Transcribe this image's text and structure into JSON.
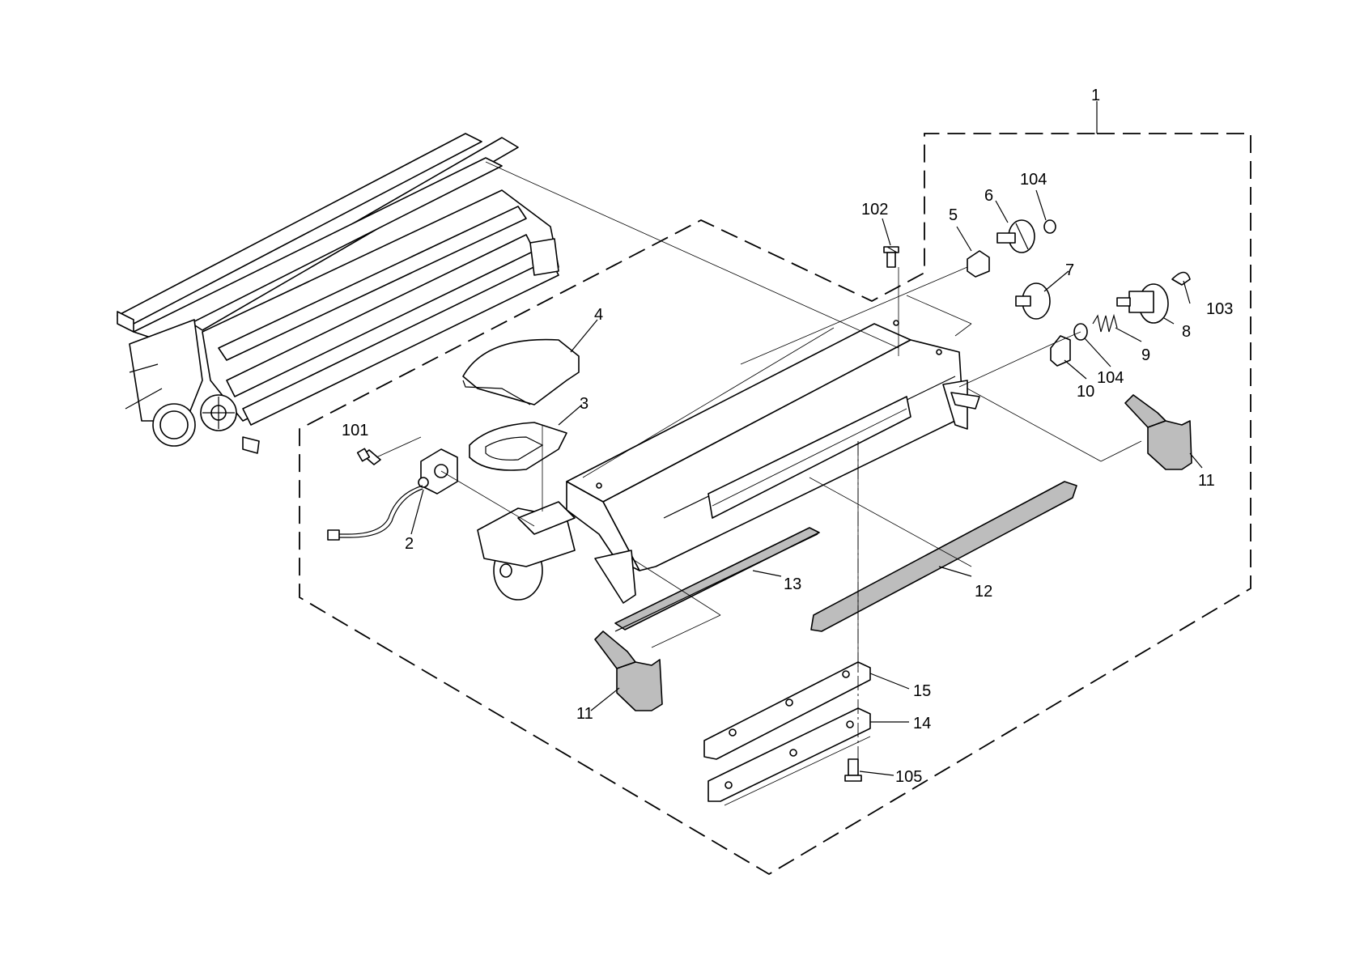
{
  "diagram": {
    "callouts": {
      "c1": "1",
      "c2": "2",
      "c3": "3",
      "c4": "4",
      "c5": "5",
      "c6": "6",
      "c7": "7",
      "c8": "8",
      "c9": "9",
      "c10": "10",
      "c11a": "11",
      "c11b": "11",
      "c12": "12",
      "c13": "13",
      "c14": "14",
      "c15": "15",
      "c101": "101",
      "c102": "102",
      "c103": "103",
      "c104a": "104",
      "c104b": "104",
      "c105": "105"
    }
  }
}
